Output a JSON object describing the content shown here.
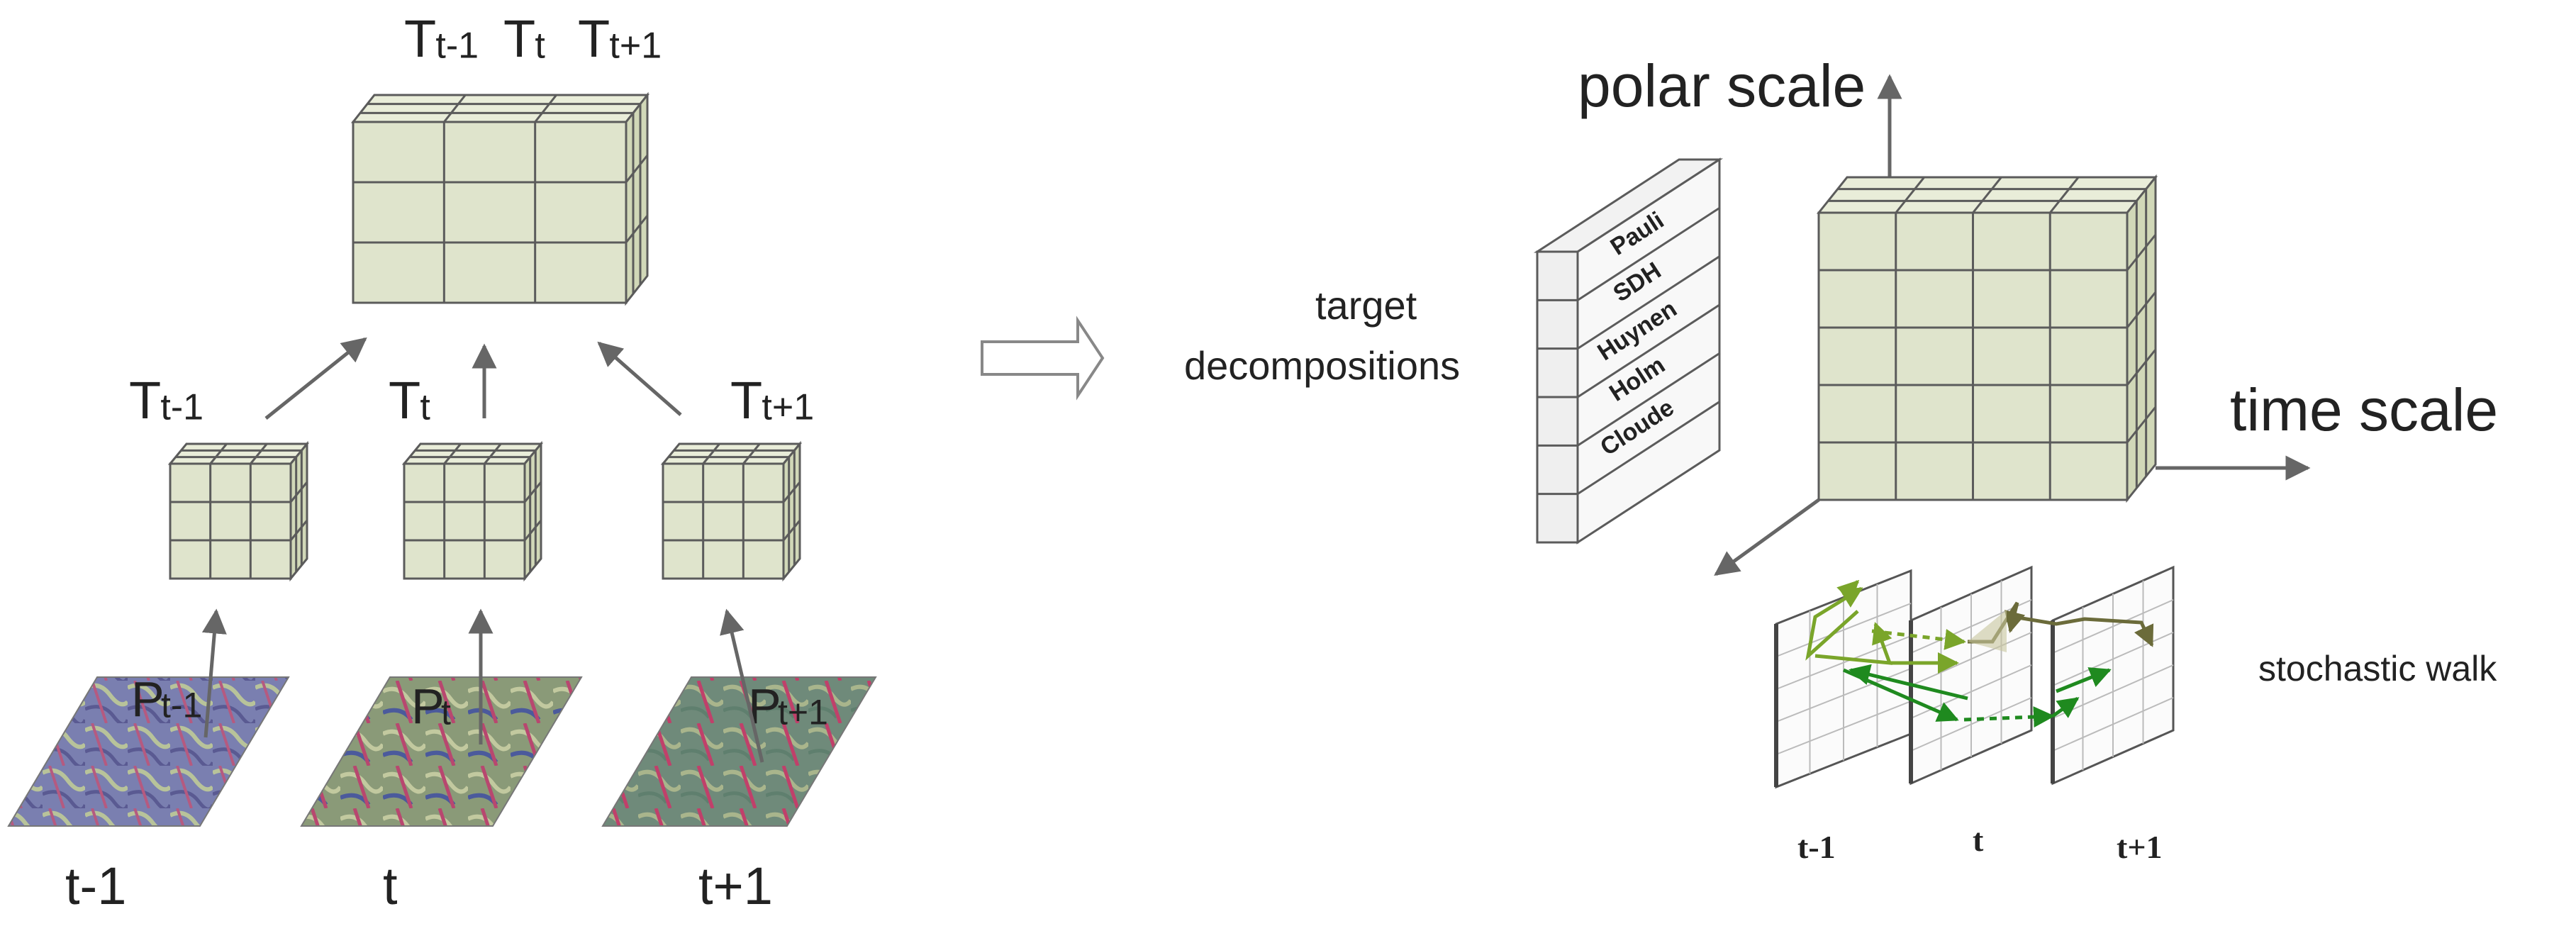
{
  "left": {
    "top_labels": [
      "T",
      "T",
      "T"
    ],
    "top_subs": [
      "t-1",
      "t",
      "t+1"
    ],
    "mid_labels": [
      "T",
      "T",
      "T"
    ],
    "mid_subs": [
      "t-1",
      "t",
      "t+1"
    ],
    "p_labels": [
      "P",
      "P",
      "P"
    ],
    "p_subs": [
      "t-1",
      "t",
      "t+1"
    ],
    "bottom_labels": [
      "t-1",
      "t",
      "t+1"
    ]
  },
  "right": {
    "polar_scale": "polar scale",
    "time_scale": "time scale",
    "target_line1": "target",
    "target_line2": "decompositions",
    "decompositions": [
      "Pauli",
      "SDH",
      "Huynen",
      "Holm",
      "Cloude"
    ],
    "stochastic_walk": "stochastic walk",
    "walk_labels": [
      "t-1",
      "t",
      "t+1"
    ]
  },
  "colors": {
    "cube_face": "#dfe4cc",
    "cube_side": "#d1d8b8",
    "cube_top": "#e9edd9",
    "edge": "#5b5b5b",
    "walk_green_light": "#7aa52a",
    "walk_green_dark": "#1f8a1f",
    "walk_olive": "#6b6b3a",
    "sat_purple": "#6a6aa8",
    "sat_red": "#b84a78",
    "sat_green": "#8fa67a"
  }
}
